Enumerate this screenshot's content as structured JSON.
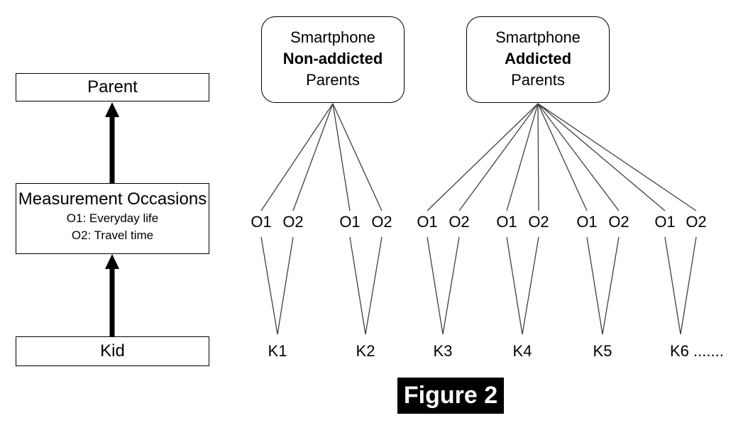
{
  "figure": {
    "caption": "Figure 2"
  },
  "left_flow": {
    "parent_label": "Parent",
    "measurement_title": "Measurement Occasions",
    "measurement_items": [
      "O1: Everyday life",
      "O2: Travel time"
    ],
    "kid_label": "Kid"
  },
  "groups": [
    {
      "top": "Smartphone",
      "middle": "Non-addicted",
      "bottom": "Parents"
    },
    {
      "top": "Smartphone",
      "middle": "Addicted",
      "bottom": "Parents"
    }
  ],
  "occasion_labels": [
    "O1",
    "O2",
    "O1",
    "O2",
    "O1",
    "O2",
    "O1",
    "O2",
    "O1",
    "O2",
    "O1",
    "O2"
  ],
  "kid_labels": [
    "K1",
    "K2",
    "K3",
    "K4",
    "K5",
    "K6 ......."
  ],
  "colors": {
    "background": "#ffffff",
    "line": "#404040",
    "border": "#000000",
    "arrow": "#000000",
    "caption_bg": "#000000",
    "caption_text": "#ffffff"
  }
}
